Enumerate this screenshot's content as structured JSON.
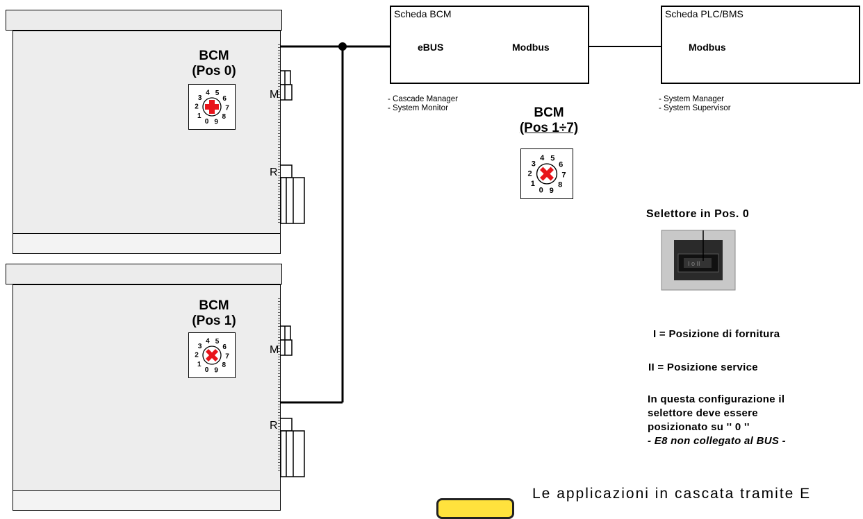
{
  "units": [
    {
      "id": "top",
      "bcm_label": "BCM",
      "bcm_pos": "(Pos 0)",
      "selector_type": "plus",
      "label_m": "M",
      "label_r": "R"
    },
    {
      "id": "bottom",
      "bcm_label": "BCM",
      "bcm_pos": "(Pos 1)",
      "selector_type": "x",
      "label_m": "M",
      "label_r": "R"
    }
  ],
  "dial_digits": [
    "0",
    "1",
    "2",
    "3",
    "4",
    "5",
    "6",
    "7",
    "8",
    "9"
  ],
  "board_bcm": {
    "title": "Scheda BCM",
    "port_left": "eBUS",
    "port_right": "Modbus",
    "roles": [
      "- Cascade Manager",
      "- System Monitor"
    ]
  },
  "board_plc": {
    "title": "Scheda PLC/BMS",
    "port_left": "Modbus",
    "roles": [
      "- System Manager",
      "- System Supervisor"
    ]
  },
  "bcm_range": {
    "label": "BCM",
    "pos": "(Pos 1÷7)"
  },
  "selector_switch": {
    "title": "Selettore in Pos. 0"
  },
  "info": {
    "line1": "I =  Posizione di fornitura",
    "line2": "II = Posizione service",
    "config": [
      "In questa configurazione il",
      "selettore deve essere",
      "posizionato su '' 0 ''"
    ],
    "note": "- E8 non collegato al BUS -"
  },
  "bottom_text": "Le applicazioni in cascata tramite E",
  "colors": {
    "marker_red": "#e8141b",
    "note_yellow": "#ffe23d",
    "unit_fill": "#ededed"
  }
}
